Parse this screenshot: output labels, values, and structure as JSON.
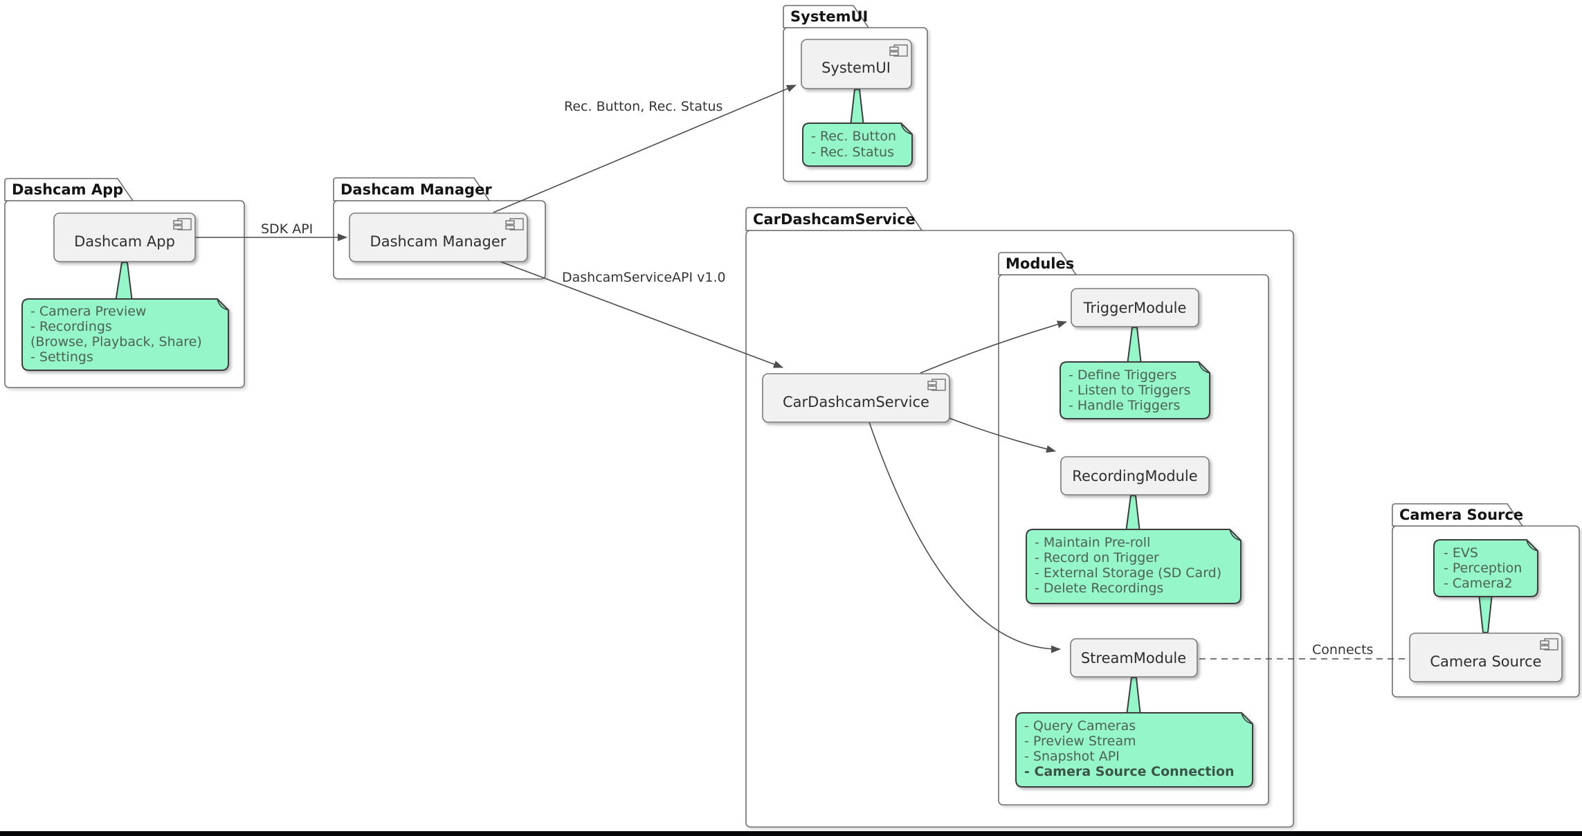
{
  "packages": {
    "dashcam_app": {
      "title": "Dashcam App"
    },
    "dashcam_manager": {
      "title": "Dashcam Manager"
    },
    "system_ui": {
      "title": "SystemUI"
    },
    "car_dashcam_service": {
      "title": "CarDashcamService"
    },
    "modules": {
      "title": "Modules"
    },
    "camera_source": {
      "title": "Camera Source"
    }
  },
  "components": {
    "dashcam_app": {
      "label": "Dashcam App"
    },
    "dashcam_manager": {
      "label": "Dashcam Manager"
    },
    "system_ui": {
      "label": "SystemUI"
    },
    "car_dashcam_service": {
      "label": "CarDashcamService"
    },
    "trigger_module": {
      "label": "TriggerModule"
    },
    "recording_module": {
      "label": "RecordingModule"
    },
    "stream_module": {
      "label": "StreamModule"
    },
    "camera_source": {
      "label": "Camera Source"
    }
  },
  "notes": {
    "dashcam_app": {
      "lines": [
        "- Camera Preview",
        "- Recordings",
        "(Browse, Playback, Share)",
        "- Settings"
      ]
    },
    "system_ui": {
      "lines": [
        "- Rec. Button",
        "- Rec. Status"
      ]
    },
    "trigger_module": {
      "lines": [
        "- Define Triggers",
        "- Listen to Triggers",
        "- Handle Triggers"
      ]
    },
    "recording_module": {
      "lines": [
        "- Maintain Pre-roll",
        "- Record on Trigger",
        "- External Storage (SD Card)",
        "- Delete Recordings"
      ]
    },
    "stream_module": {
      "lines": [
        "- Query Cameras",
        "- Preview Stream",
        "- Snapshot API",
        "- Camera Source Connection"
      ]
    },
    "camera_source": {
      "lines": [
        "- EVS",
        "- Perception",
        "- Camera2"
      ]
    }
  },
  "edges": {
    "sdk_api": {
      "label": "SDK API"
    },
    "rec_button_status": {
      "label": "Rec. Button, Rec. Status"
    },
    "dashcam_service_api": {
      "label": "DashcamServiceAPI v1.0"
    },
    "connects": {
      "label": "Connects"
    }
  },
  "colors": {
    "note_fill": "#95f7c9",
    "note_border": "#3c3c3c",
    "note_text": "#4d6154",
    "component_fill": "#f1f1f1",
    "component_border": "#7a7a7a",
    "package_border": "#6e6e6e",
    "line": "#4d4d4d",
    "bottom_bar": "#060608",
    "background": "#ffffff"
  }
}
